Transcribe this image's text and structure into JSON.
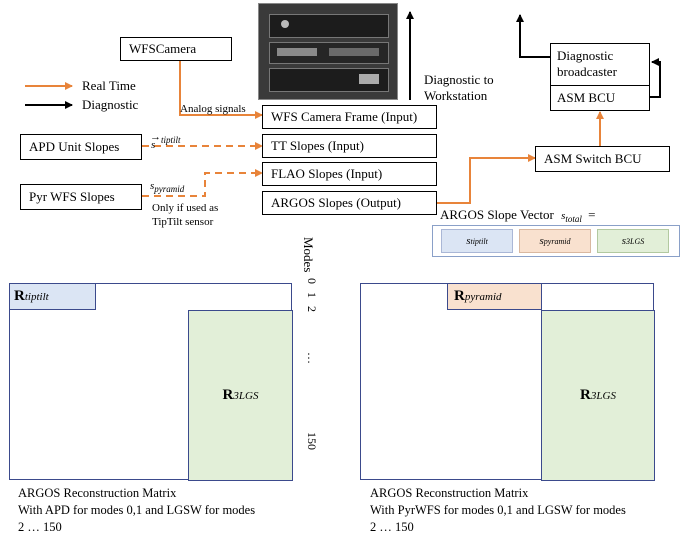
{
  "colors": {
    "realtime": "#e8843a",
    "diagnostic": "#000000",
    "tiptilt_fill": "#dbe5f4",
    "pyramid_fill": "#f9e1cf",
    "lgs_fill": "#e2efd8",
    "matrix_border": "#3b4a8c"
  },
  "legend": {
    "realtime": "Real Time",
    "diagnostic": "Diagnostic"
  },
  "nodes": {
    "wfs_camera": "WFSCamera",
    "apd": "APD Unit Slopes",
    "pyr": "Pyr WFS Slopes",
    "camera_frame": "WFS Camera Frame (Input)",
    "tt_slopes": "TT Slopes (Input)",
    "flao_slopes": "FLAO Slopes (Input)",
    "argos_slopes": "ARGOS Slopes (Output)",
    "diag_broadcaster_line1": "Diagnostic",
    "diag_broadcaster_line2": "broadcaster",
    "asm_bcu": "ASM BCU",
    "asm_switch": "ASM Switch BCU"
  },
  "labels": {
    "analog": "Analog signals",
    "s_tiptilt": "s",
    "s_tiptilt_sub": "tiptilt",
    "s_pyramid": "s",
    "s_pyramid_sub": "pyramid",
    "only_if_1": "Only if used as",
    "only_if_2": "TipTilt sensor",
    "diag_ws_1": "Diagnostic to",
    "diag_ws_2": "Workstation"
  },
  "slope_vector": {
    "title": "ARGOS Slope Vector",
    "total_sym": "s",
    "total_sub": "total",
    "eq": "=",
    "cells": [
      {
        "sym": "s",
        "sub": "tiptilt"
      },
      {
        "sym": "s",
        "sub": "pyramid"
      },
      {
        "sym": "s",
        "sub": "3LGS"
      }
    ]
  },
  "modes_axis": {
    "title": "Modes",
    "tick0": "0",
    "tick1": "1",
    "tick2": "2",
    "ellipsis": "…",
    "tick150": "150"
  },
  "matrix_left": {
    "r_small": "R",
    "r_small_sub": "tiptilt",
    "r_big": "R",
    "r_big_sub": "3LGS",
    "caption_1": "ARGOS Reconstruction Matrix",
    "caption_2": "With APD for modes 0,1 and LGSW for modes",
    "caption_3": "2 … 150"
  },
  "matrix_right": {
    "r_small": "R",
    "r_small_sub": "pyramid",
    "r_big": "R",
    "r_big_sub": "3LGS",
    "caption_1": "ARGOS Reconstruction Matrix",
    "caption_2": "With PyrWFS for modes 0,1 and LGSW for modes",
    "caption_3": "2 … 150"
  }
}
